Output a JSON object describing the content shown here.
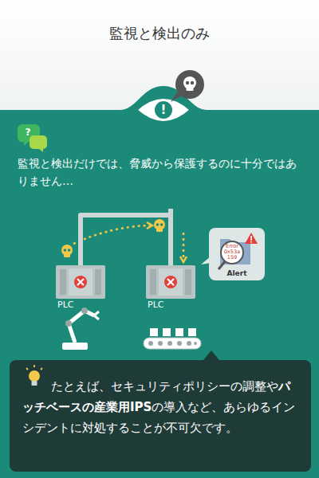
{
  "diagram": {
    "title": "監視と検出のみ",
    "nodes": [
      {
        "text": [
          "PLC"
        ]
      },
      {
        "text": [
          "PLC"
        ]
      },
      {
        "text": [
          "Error",
          "0x53a",
          "159",
          "Alert"
        ]
      },
      {
        "text": [
          "たとえば、セキュリティポリシーの調整や",
          "パッチベースの産業用IPS",
          "の導入など、あらゆるインシデントに対処することが不可欠です。"
        ]
      }
    ],
    "edges": [
      {
        "from": 0,
        "to": 1,
        "arrow": "none"
      }
    ],
    "labels": [
      "!",
      "?",
      "監視と検出だけでは、脅威から保護するのに十分ではありません…"
    ]
  }
}
